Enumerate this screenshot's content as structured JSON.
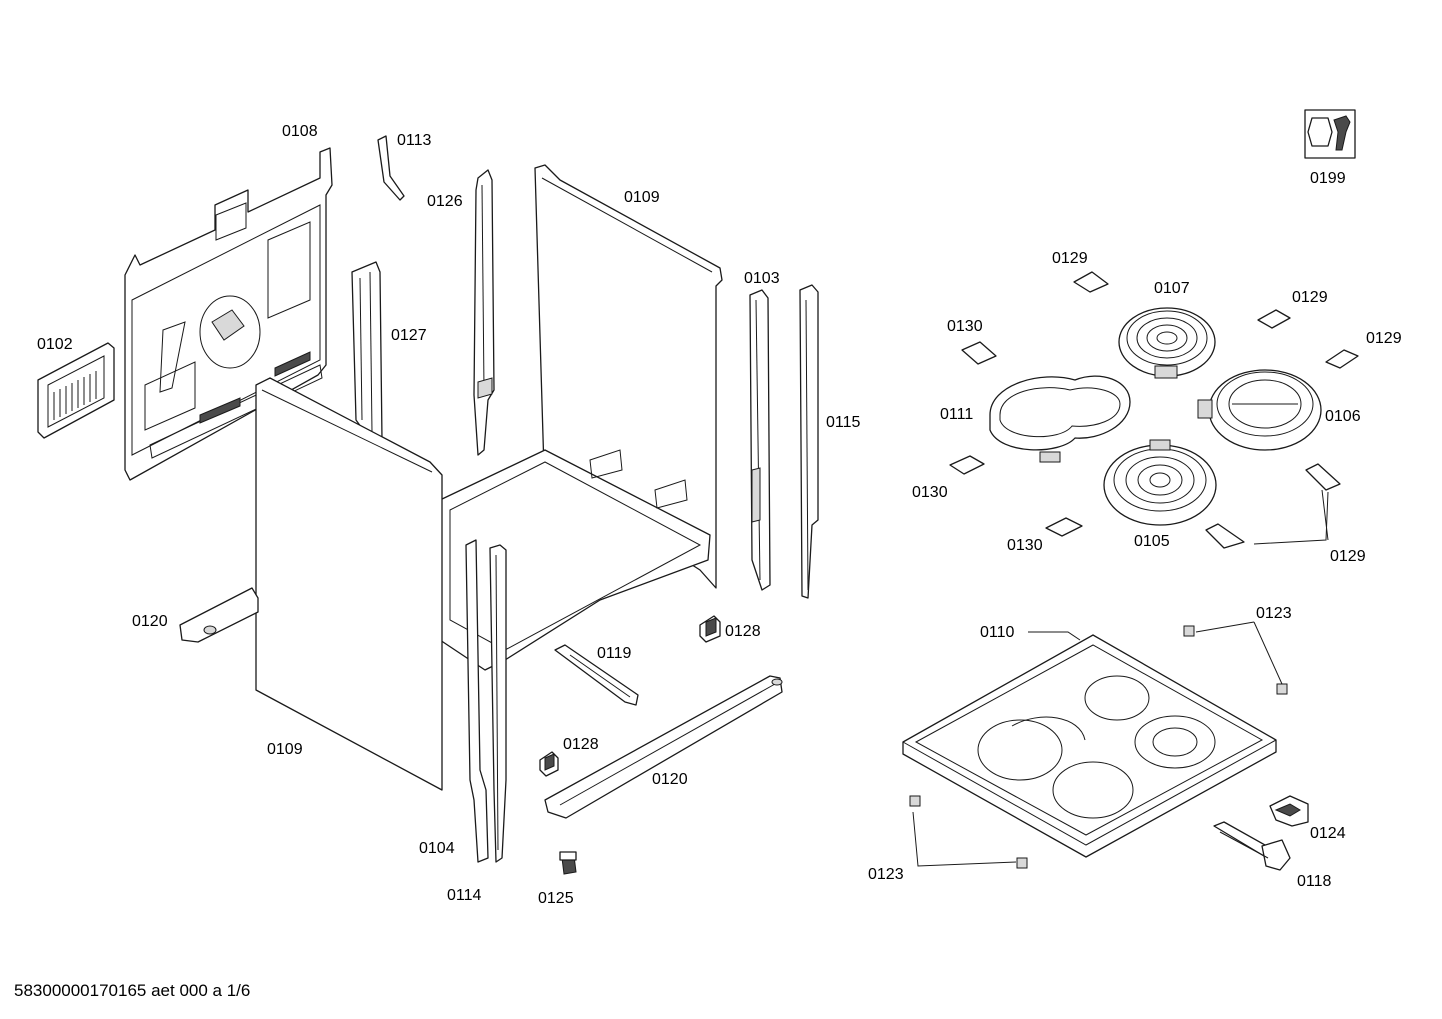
{
  "labels": {
    "p0102": "0102",
    "p0103": "0103",
    "p0104": "0104",
    "p0105": "0105",
    "p0106": "0106",
    "p0107": "0107",
    "p0108": "0108",
    "p0109_top": "0109",
    "p0109_bottom": "0109",
    "p0110": "0110",
    "p0111": "0111",
    "p0113": "0113",
    "p0114": "0114",
    "p0115": "0115",
    "p0118": "0118",
    "p0119": "0119",
    "p0120_left": "0120",
    "p0120_bottom": "0120",
    "p0123_top": "0123",
    "p0123_bottom": "0123",
    "p0124": "0124",
    "p0125": "0125",
    "p0126": "0126",
    "p0127": "0127",
    "p0128_top": "0128",
    "p0128_bottom": "0128",
    "p0129_a": "0129",
    "p0129_b": "0129",
    "p0129_c": "0129",
    "p0129_d": "0129",
    "p0130_a": "0130",
    "p0130_b": "0130",
    "p0130_c": "0130",
    "p0199": "0199"
  },
  "footer": {
    "text": "58300000170165 aet 000 a 1/6"
  },
  "icons": {
    "service_kit": "wrench-nut-icon"
  }
}
